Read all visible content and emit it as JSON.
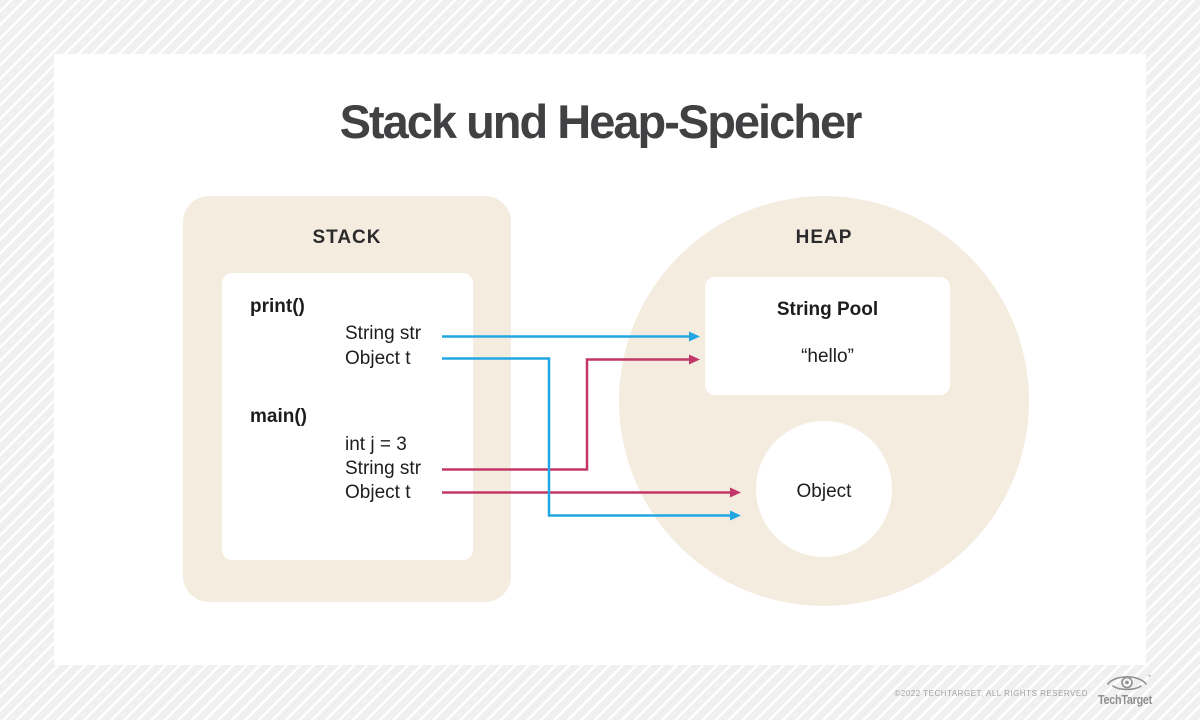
{
  "title": "Stack und Heap-Speicher",
  "stack": {
    "label": "STACK",
    "frames": [
      {
        "name": "print()",
        "vars": [
          "String str",
          "Object t"
        ]
      },
      {
        "name": "main()",
        "vars": [
          "int j = 3",
          "String str",
          "Object t"
        ]
      }
    ]
  },
  "heap": {
    "label": "HEAP",
    "string_pool": {
      "title": "String Pool",
      "value": "“hello”"
    },
    "object_label": "Object"
  },
  "arrows": [
    {
      "from": "print() String str",
      "to": "String Pool",
      "color": "blue"
    },
    {
      "from": "print() Object t",
      "to": "Object",
      "color": "blue"
    },
    {
      "from": "main() String str",
      "to": "String Pool",
      "color": "pink"
    },
    {
      "from": "main() Object t",
      "to": "Object",
      "color": "pink"
    }
  ],
  "footer": {
    "copyright": "©2022 TECHTARGET, ALL RIGHTS RESERVED",
    "brand": "TechTarget",
    "trademark": "™"
  },
  "colors": {
    "arrow_blue": "#22a7e3",
    "arrow_pink": "#c23768",
    "panel_beige": "#f4ecdf",
    "title_gray": "#414042",
    "text_dark": "#1d1d1b",
    "footer_gray": "#a2a2a2",
    "logo_gray": "#8f8f8f"
  }
}
